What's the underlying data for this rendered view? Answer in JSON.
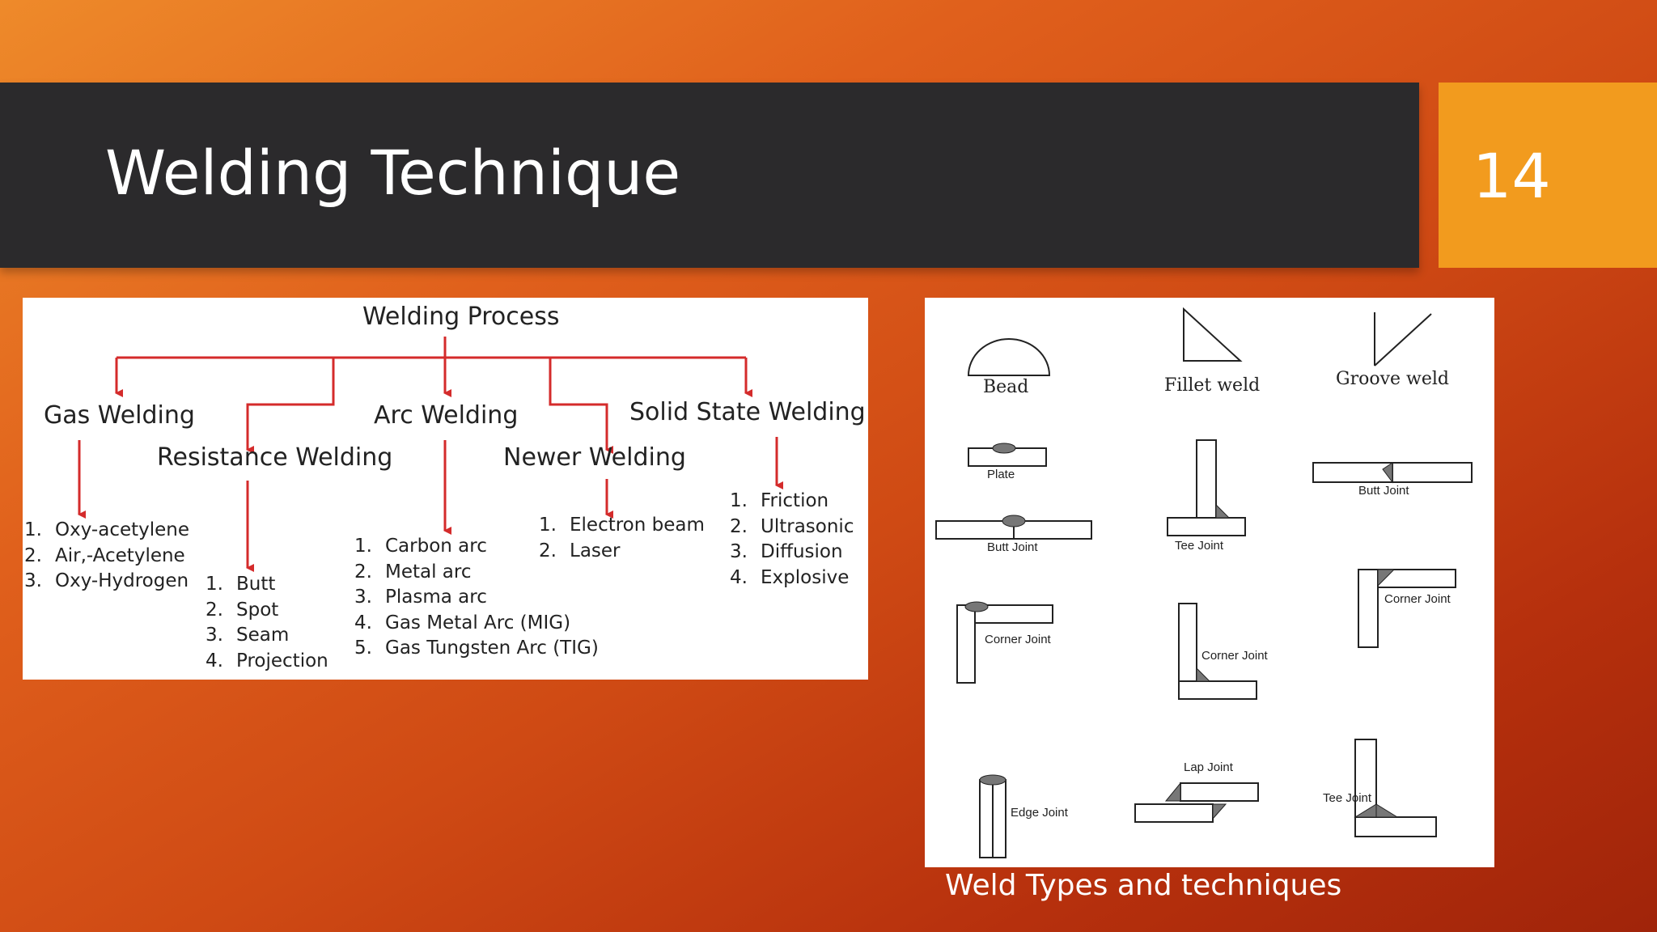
{
  "slide": {
    "title": "Welding Technique",
    "number": "14"
  },
  "process_chart": {
    "root": "Welding Process",
    "categories": [
      {
        "name": "Gas Welding",
        "items": [
          "Oxy-acetylene",
          "Air,-Acetylene",
          "Oxy-Hydrogen"
        ]
      },
      {
        "name": "Resistance Welding",
        "items": [
          "Butt",
          "Spot",
          "Seam",
          "Projection"
        ]
      },
      {
        "name": "Arc Welding",
        "items": [
          "Carbon arc",
          "Metal arc",
          "Plasma arc",
          "Gas Metal Arc (MIG)",
          "Gas Tungsten Arc (TIG)"
        ]
      },
      {
        "name": "Newer Welding",
        "items": [
          "Electron beam",
          "Laser"
        ]
      },
      {
        "name": "Solid State Welding",
        "items": [
          "Friction",
          "Ultrasonic",
          "Diffusion",
          "Explosive"
        ]
      }
    ]
  },
  "weld_types": {
    "titles": [
      "Bead",
      "Fillet weld",
      "Groove weld"
    ],
    "labels": [
      "Plate",
      "Butt Joint",
      "Tee Joint",
      "Butt Joint",
      "Corner Joint",
      "Corner Joint",
      "Corner Joint",
      "Edge Joint",
      "Lap Joint",
      "Tee Joint"
    ],
    "caption": "Weld Types and techniques"
  },
  "colors": {
    "title_bar": "#2b2a2c",
    "number_box": "#f29b1e",
    "arrow": "#d42b2b",
    "weld_shade": "#777777"
  }
}
